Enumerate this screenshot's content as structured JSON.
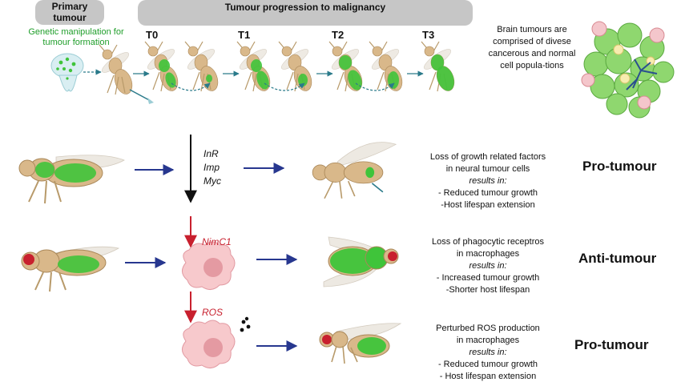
{
  "header": {
    "primary_label": "Primary tumour",
    "progression_label": "Tumour progression to malignancy",
    "genetic_note": "Genetic manipulation for tumour formation",
    "timepoints": [
      "T0",
      "T1",
      "T2",
      "T3"
    ]
  },
  "brain_note": "Brain tumours are comprised of divese cancerous and normal cell popula-tions",
  "rows": [
    {
      "genes": [
        "InR",
        "Imp",
        "Myc"
      ],
      "description": [
        "Loss of growth related factors",
        "in neural tumour cells"
      ],
      "results_in": "results in:",
      "outcomes": [
        "- Reduced tumour growth",
        "-Host lifespan extension"
      ],
      "verdict": "Pro-tumour"
    },
    {
      "genes": [
        "NimC1"
      ],
      "description": [
        "Loss of phagocytic receptros",
        "in macrophages"
      ],
      "results_in": "results in:",
      "outcomes": [
        "- Increased tumour growth",
        "-Shorter host lifespan"
      ],
      "verdict": "Anti-tumour"
    },
    {
      "genes": [
        "ROS"
      ],
      "description": [
        "Perturbed ROS production",
        "in macrophages"
      ],
      "results_in": "results in:",
      "outcomes": [
        "- Reduced tumour growth",
        "- Host lifespan extension"
      ],
      "verdict": "Pro-tumour"
    }
  ],
  "colors": {
    "fly_body": "#d9b88a",
    "tumour_green": "#3fc43a",
    "arrow_blue": "#27378f",
    "arrow_red": "#c8202e",
    "macrophage_pink": "#f7c9cc",
    "pill_grey": "#c6c6c6"
  }
}
